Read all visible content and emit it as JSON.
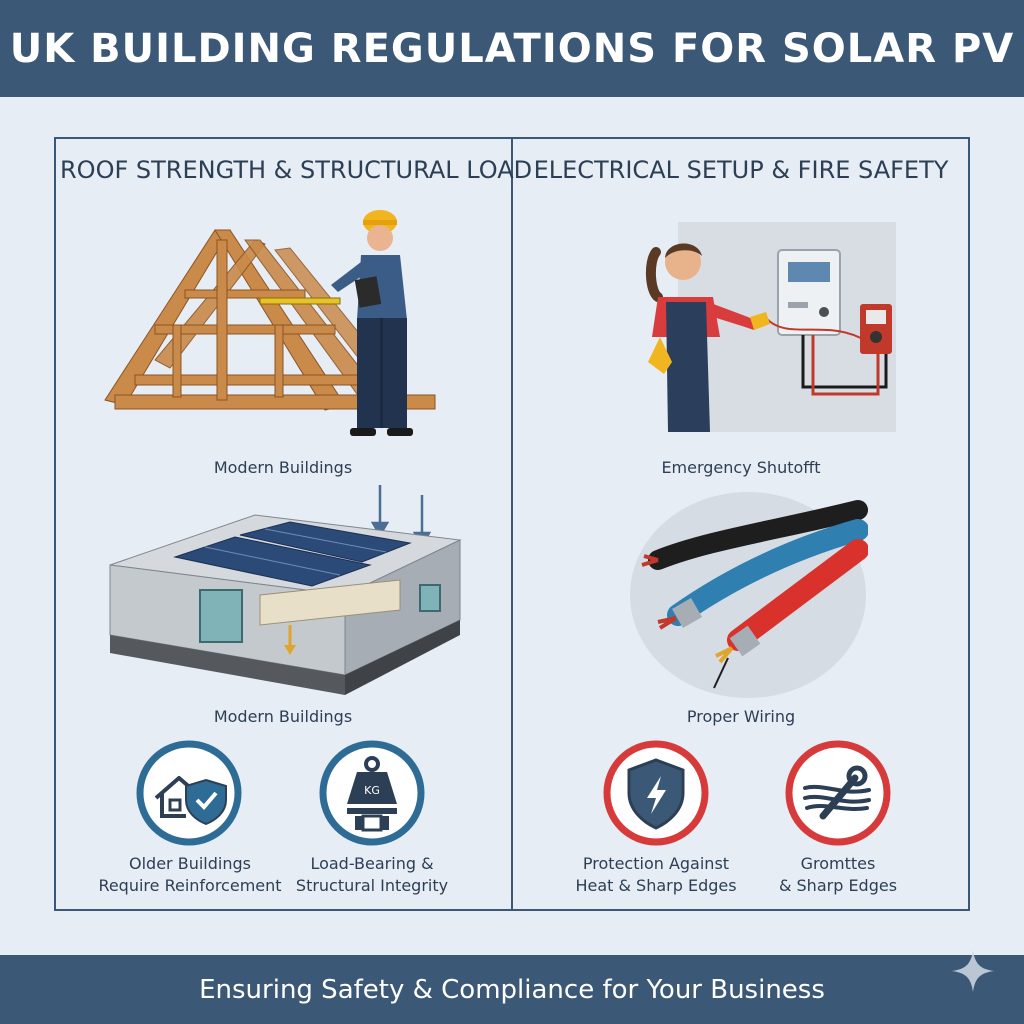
{
  "header": {
    "title": "UK BUILDING REGULATIONS FOR SOLAR PV"
  },
  "left": {
    "title": "ROOF STRENGTH & STRUCTURAL LOAD",
    "caption_top": "Modern Buildings",
    "caption_mid": "Modern Buildings",
    "icons": [
      {
        "icon": "house-shield-icon",
        "lines": [
          "Older Buildings",
          "Require Reinforcement"
        ]
      },
      {
        "icon": "weight-load-icon",
        "lines": [
          "Load-Bearing &",
          "Structural Integrity"
        ],
        "weight_text": "KG"
      }
    ]
  },
  "right": {
    "title": "ELECTRICAL SETUP & FIRE SAFETY",
    "caption_top": "Emergency Shutofft",
    "caption_mid": "Proper Wiring",
    "icons": [
      {
        "icon": "lightning-shield-icon",
        "lines": [
          "Protection Against",
          "Heat & Sharp Edges"
        ]
      },
      {
        "icon": "cables-wrench-icon",
        "lines": [
          "Gromttes",
          "& Sharp Edges"
        ]
      }
    ]
  },
  "footer": {
    "text": "Ensuring Safety & Compliance for Your Business"
  },
  "colors": {
    "navy": "#3b5877",
    "background": "#e6edf4",
    "blue_ring": "#2e6c96",
    "red_ring": "#d63a3a"
  }
}
